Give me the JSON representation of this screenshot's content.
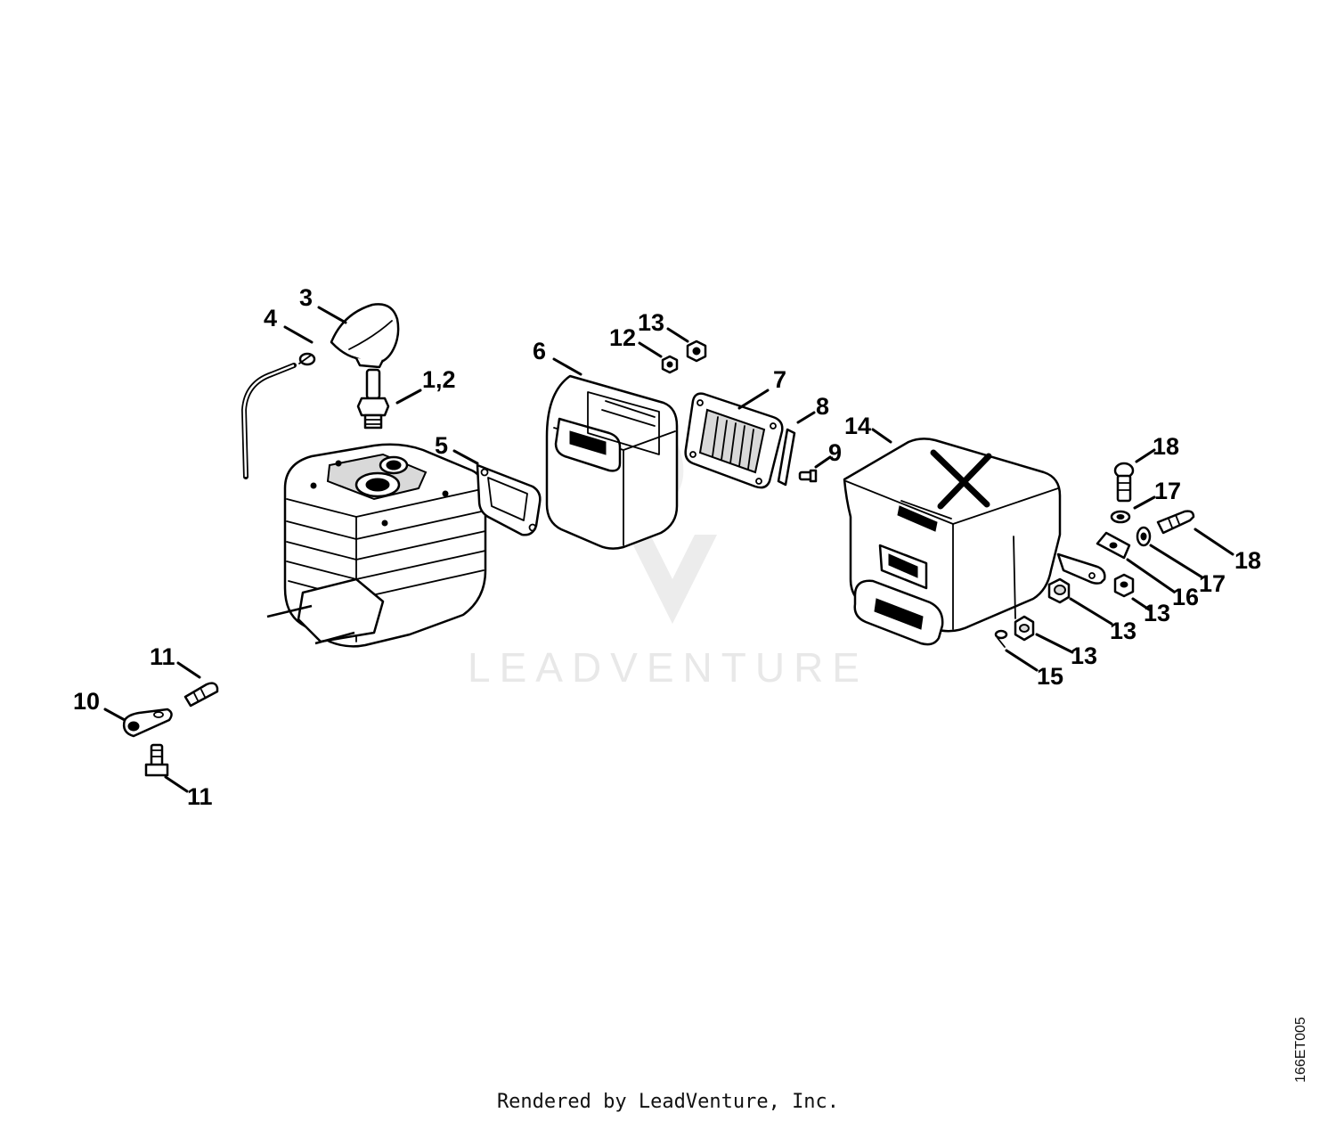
{
  "watermark": {
    "text": "LEADVENTURE"
  },
  "credit": "Rendered by LeadVenture, Inc.",
  "drawing_id": "166ET005",
  "callouts": [
    {
      "id": "c1",
      "label": "3"
    },
    {
      "id": "c2",
      "label": "4"
    },
    {
      "id": "c3",
      "label": "1,2"
    },
    {
      "id": "c4",
      "label": "6"
    },
    {
      "id": "c5",
      "label": "12"
    },
    {
      "id": "c6",
      "label": "13"
    },
    {
      "id": "c7",
      "label": "7"
    },
    {
      "id": "c8",
      "label": "8"
    },
    {
      "id": "c9",
      "label": "9"
    },
    {
      "id": "c10",
      "label": "5"
    },
    {
      "id": "c11",
      "label": "14"
    },
    {
      "id": "c12",
      "label": "18"
    },
    {
      "id": "c13",
      "label": "17"
    },
    {
      "id": "c14",
      "label": "18"
    },
    {
      "id": "c15",
      "label": "17"
    },
    {
      "id": "c16",
      "label": "16"
    },
    {
      "id": "c17",
      "label": "13"
    },
    {
      "id": "c18",
      "label": "13"
    },
    {
      "id": "c19",
      "label": "13"
    },
    {
      "id": "c20",
      "label": "15"
    },
    {
      "id": "c21",
      "label": "11"
    },
    {
      "id": "c22",
      "label": "10"
    },
    {
      "id": "c23",
      "label": "11"
    }
  ]
}
